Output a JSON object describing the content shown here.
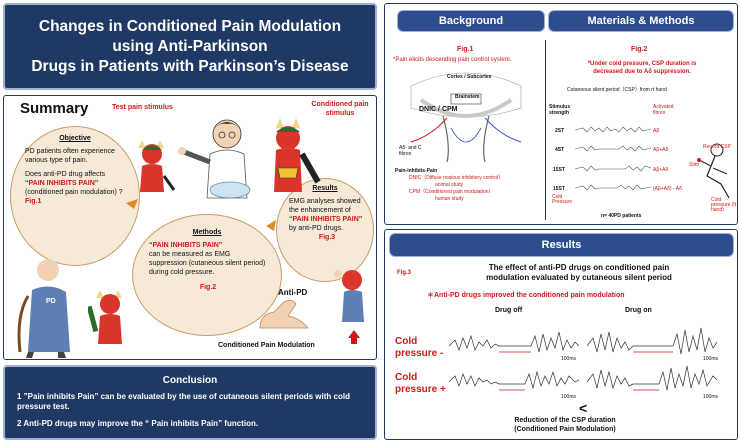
{
  "title": {
    "line1": "Changes in Conditioned Pain Modulation",
    "line2": "using Anti-Parkinson",
    "line3": "Drugs in Patients with Parkinson’s Disease"
  },
  "summary": {
    "heading": "Summary",
    "test_pain": "Test pain stimulus",
    "conditioned_pain": "Conditioned pain stimulus",
    "objective": {
      "heading": "Objective",
      "p1": "PD patients often experience various type of pain.",
      "p2a": "Does anti-PD drug affects",
      "p2b": "“PAIN INHIBITS PAIN”",
      "p2c": "(conditioned pain modulation) ?",
      "fig": "Fig.1"
    },
    "methods": {
      "heading": "Methods",
      "p1": "“PAIN INHIBITS PAIN”",
      "p2": "can be measured as EMG suppression (cutaneous silent period) during cold pressure.",
      "fig": "Fig.2"
    },
    "results": {
      "heading": "Results",
      "p1": "EMG analyses showed the enhancement of",
      "p2": "“PAIN INHIBITS PAIN”",
      "p3": "by anti-PD drugs.",
      "fig": "Fig.3"
    },
    "anti_pd": "Anti-PD",
    "pd_label": "PD",
    "cpm_caption": "Conditioned Pain Modulation"
  },
  "conclusion": {
    "heading": "Conclusion",
    "item1": "1 ”Pain inhibits Pain” can be evaluated by the use of cutaneous silent periods with cold pressure test.",
    "item2": "2 Anti-PD drugs may improve the “ Pain inhibits Pain” function."
  },
  "background": {
    "heading": "Background",
    "fig": "Fig.1",
    "caption": "*Pain elicits descending pain control system.",
    "cortex": "Cortex / Subcortex",
    "brainstem": "Brainstem",
    "dnic": "DNIC / CPM",
    "fibres": "Aδ- and C fibres",
    "pip": "Pain-inhibits-Pain",
    "dnic_def": "DNIC（Diffuse noxious inhibitory control）",
    "dnic_study": "animal study",
    "cpm_def": "CPM（Conditioned pain modulation）",
    "cpm_study": "human study"
  },
  "methods_panel": {
    "heading": "Materials & Methods",
    "fig": "Fig.2",
    "caption1": "*Under cold pressure, CSP duration is",
    "caption2": "decreased due to  Aδ suppression.",
    "csp_title": "Cutaneous silent period（CSP）from rt hand",
    "stim_strength": "Stimulus strength",
    "activated_fibres": "Activated fibres",
    "rows": [
      {
        "strength": "2ST",
        "fibres": "Aβ"
      },
      {
        "strength": "4ST",
        "fibres": "Aβ+Aδ"
      },
      {
        "strength": "15ST",
        "fibres": "Aβ+Aδ"
      },
      {
        "strength": "15ST",
        "fibres": "(Aβ+Aδ) - Aδ"
      }
    ],
    "cold_pressure_small": "Cold Pressure",
    "record_csp": "Record CSP",
    "stim": "Stim",
    "cold_pressure_hand": "Cold pressure (lt hand)",
    "patients": "n= 40PD patients"
  },
  "results_panel": {
    "heading": "Results",
    "fig": "Fig.3",
    "title1": "The effect of anti-PD drugs on conditioned pain",
    "title2": "modulation evaluated by cutaneous silent period",
    "claim": "＊Anti-PD drugs improved the conditioned pain modulation",
    "drug_off": "Drug off",
    "drug_on": "Drug on",
    "row1": "Cold pressure -",
    "row2": "Cold pressure +",
    "scale": "100ms",
    "less_than": "<",
    "footer1": "Reduction of  the CSP duration",
    "footer2": "(Conditioned Pain Modulation)"
  },
  "colors": {
    "navy": "#1f3864",
    "red": "#d01818",
    "bubble": "#f7e9d7"
  }
}
